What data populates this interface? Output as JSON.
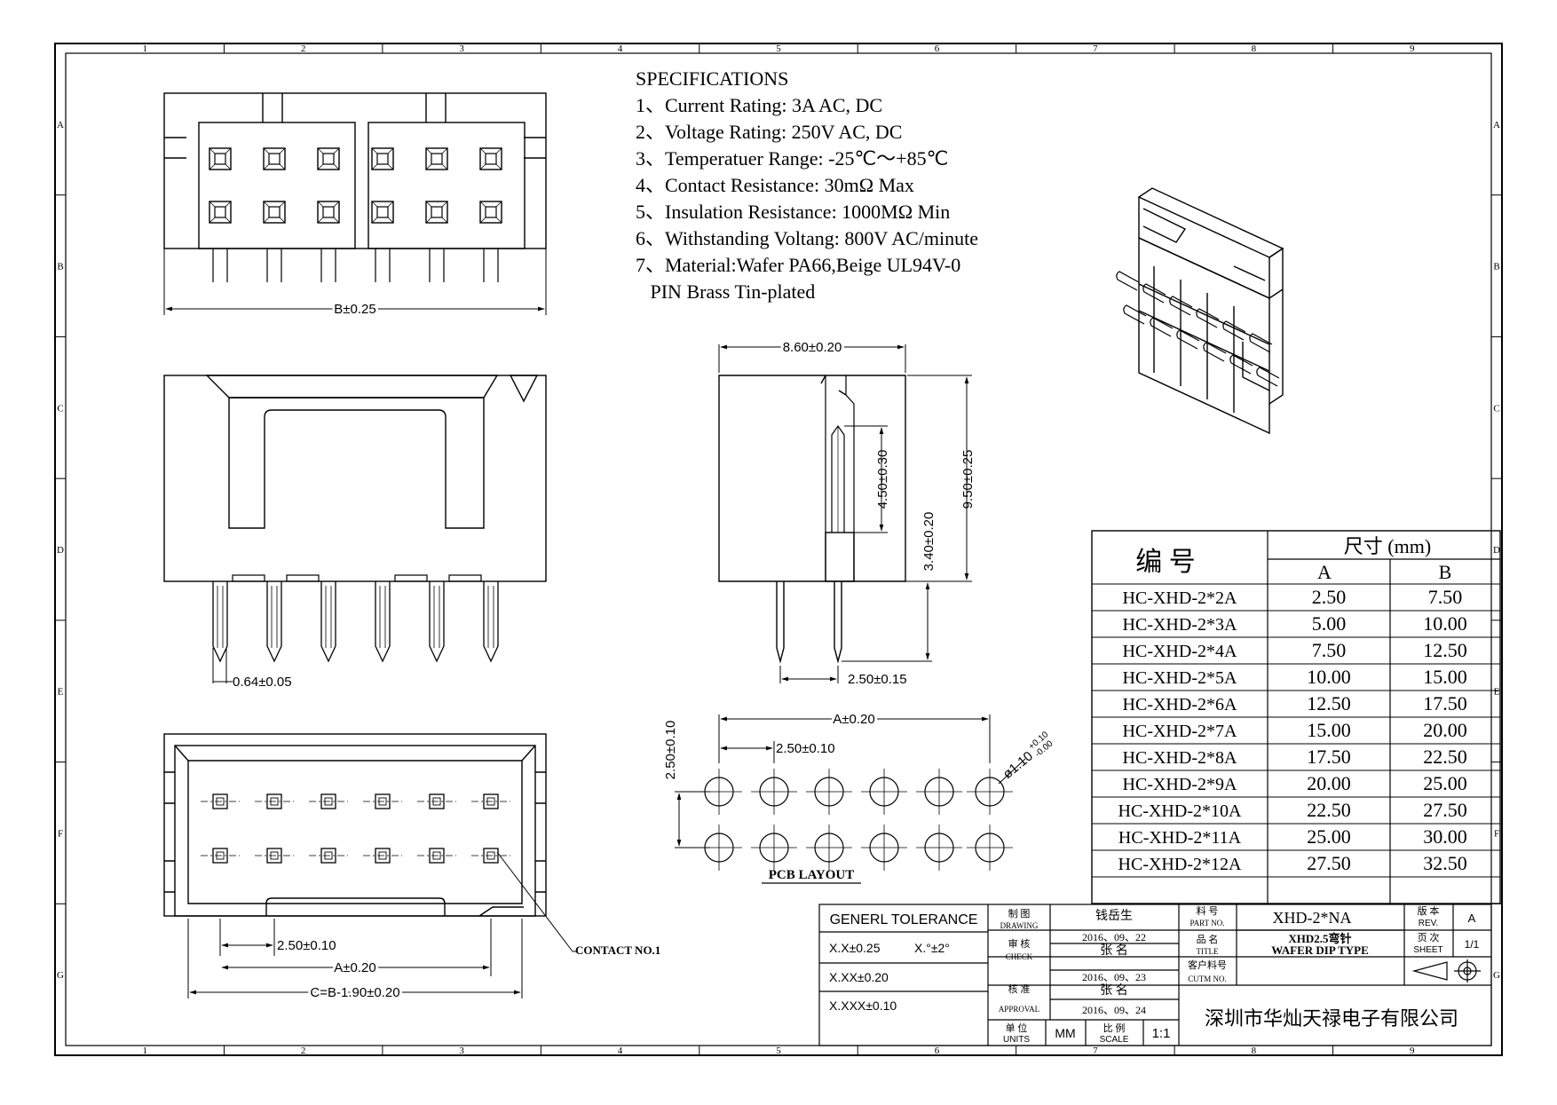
{
  "specifications": {
    "heading": "SPECIFICATIONS",
    "lines": [
      "1、Current Rating: 3A AC, DC",
      "2、Voltage Rating: 250V AC, DC",
      "3、Temperatuer Range: -25℃～+85℃",
      "4、Contact Resistance: 30mΩ Max",
      "5、Insulation Resistance: 1000MΩ Min",
      "6、Withstanding Voltang: 800V AC/minute",
      "7、Material:Wafer PA66,Beige UL94V-0",
      "   PIN Brass Tin-plated"
    ]
  },
  "border_zones": {
    "columns": [
      "1",
      "2",
      "3",
      "4",
      "5",
      "6",
      "7",
      "8",
      "9"
    ],
    "rows": [
      "A",
      "B",
      "C",
      "D",
      "E",
      "F",
      "G"
    ]
  },
  "dimensions": {
    "b_width": "B±0.25",
    "depth": "8.60±0.20",
    "pin_length": "4.50±0.30",
    "height": "9.50±0.25",
    "tail_length": "3.40±0.20",
    "pin_thickness": "0.64±0.05",
    "row_spacing": "2.50±0.15",
    "pcb_a": "A±0.20",
    "pcb_pitch": "2.50±0.10",
    "pcb_row_pitch": "2.50±0.10",
    "hole_dia": "ø1.10",
    "hole_tol_upper": "+0.10",
    "hole_tol_lower": "-0.00",
    "bottom_pitch": "2.50±0.10",
    "bottom_a": "A±0.20",
    "bottom_c": "C=B-1.90±0.20"
  },
  "labels": {
    "pcb_layout": "PCB LAYOUT",
    "contact_no1": "CONTACT NO.1"
  },
  "size_table": {
    "header_code": "编 号",
    "header_size": "尺寸 (mm)",
    "col_a": "A",
    "col_b": "B",
    "rows": [
      {
        "code": "HC-XHD-2*2A",
        "a": "2.50",
        "b": "7.50"
      },
      {
        "code": "HC-XHD-2*3A",
        "a": "5.00",
        "b": "10.00"
      },
      {
        "code": "HC-XHD-2*4A",
        "a": "7.50",
        "b": "12.50"
      },
      {
        "code": "HC-XHD-2*5A",
        "a": "10.00",
        "b": "15.00"
      },
      {
        "code": "HC-XHD-2*6A",
        "a": "12.50",
        "b": "17.50"
      },
      {
        "code": "HC-XHD-2*7A",
        "a": "15.00",
        "b": "20.00"
      },
      {
        "code": "HC-XHD-2*8A",
        "a": "17.50",
        "b": "22.50"
      },
      {
        "code": "HC-XHD-2*9A",
        "a": "20.00",
        "b": "25.00"
      },
      {
        "code": "HC-XHD-2*10A",
        "a": "22.50",
        "b": "27.50"
      },
      {
        "code": "HC-XHD-2*11A",
        "a": "25.00",
        "b": "30.00"
      },
      {
        "code": "HC-XHD-2*12A",
        "a": "27.50",
        "b": "32.50"
      }
    ]
  },
  "title_block": {
    "tolerance_heading": "GENERL TOLERANCE",
    "tol_x": "X.X±0.25",
    "tol_angle": "X.°±2°",
    "tol_xx": "X.XX±0.20",
    "tol_xxx": "X.XXX±0.10",
    "drawing_cn": "制 图",
    "drawing_en": "DRAWING",
    "drawing_name": "钱岳生",
    "drawing_date": "2016、09、22",
    "check_cn": "审 核",
    "check_en": "CHECK",
    "check_name": "张 名",
    "check_date": "2016、09、23",
    "approval_cn": "核 准",
    "approval_en": "APPROVAL",
    "approval_name": "张 名",
    "approval_date": "2016、09、24",
    "units_cn": "单 位",
    "units_en": "UNITS",
    "units_value": "MM",
    "scale_cn": "比 例",
    "scale_en": "SCALE",
    "scale_value": "1:1",
    "partno_cn": "料 号",
    "partno_en": "PART NO.",
    "partno_value": "XHD-2*NA",
    "title_cn": "品 名",
    "title_en": "TITLE",
    "title_value_1": "XHD2.5弯针",
    "title_value_2": "WAFER DIP TYPE",
    "custno_cn": "客户料号",
    "custno_en": "CUTM NO.",
    "rev_cn": "版 本",
    "rev_en": "REV.",
    "rev_value": "A",
    "sheet_cn": "页 次",
    "sheet_en": "SHEET",
    "sheet_value": "1/1",
    "company": "深圳市华灿天禄电子有限公司"
  }
}
